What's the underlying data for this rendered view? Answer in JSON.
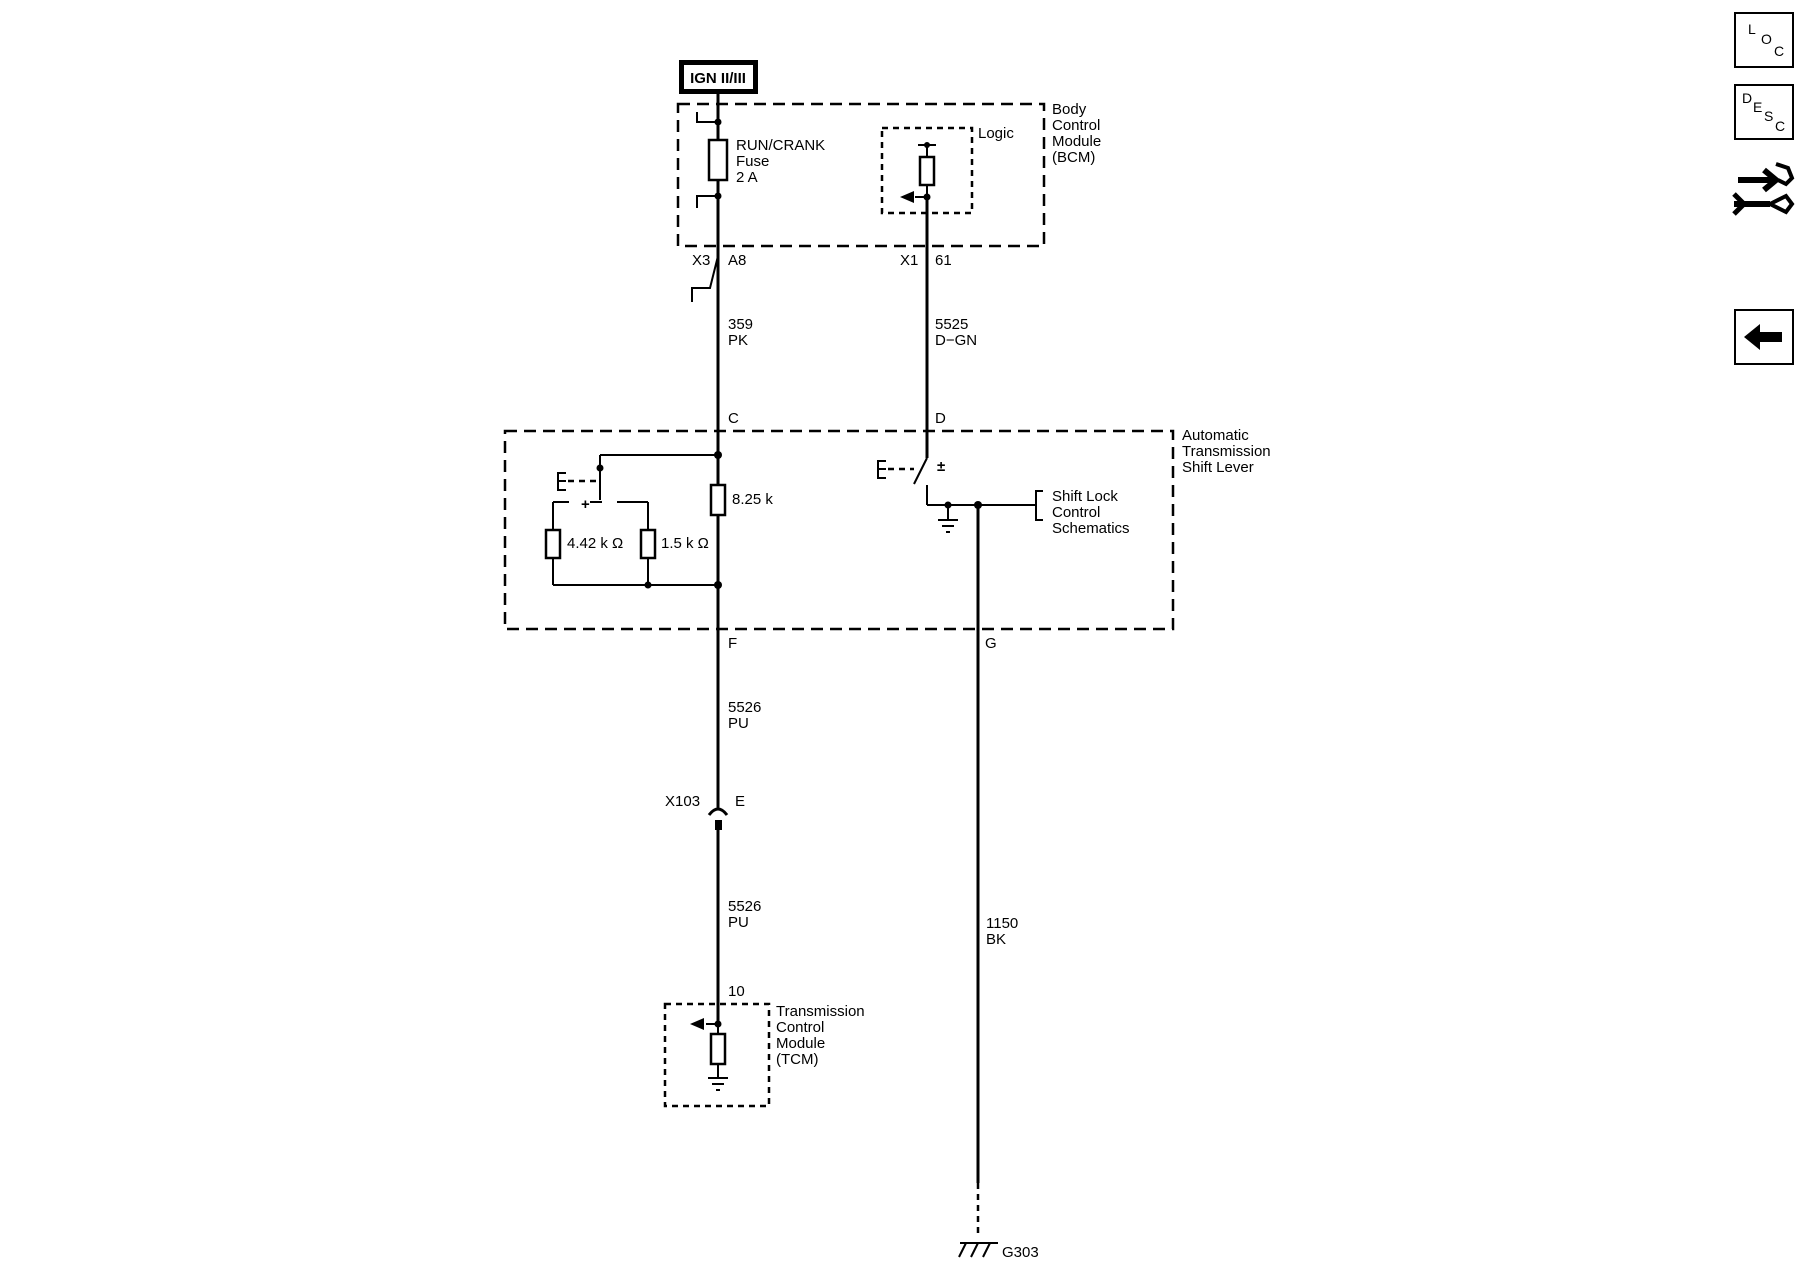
{
  "power": {
    "label": "IGN II/III"
  },
  "bcm": {
    "name_lines": [
      "Body",
      "Control",
      "Module",
      "(BCM)"
    ],
    "fuse_lines": [
      "RUN/CRANK",
      "Fuse",
      "2 A"
    ],
    "logic_label": "Logic",
    "conn_x3": "X3",
    "pin_a8": "A8",
    "conn_x1": "X1",
    "pin_61": "61"
  },
  "wire_359": {
    "number": "359",
    "color": "PK"
  },
  "wire_5525": {
    "number": "5525",
    "color": "D−GN"
  },
  "shift_lever": {
    "name_lines": [
      "Automatic",
      "Transmission",
      "Shift Lever"
    ],
    "pin_c": "C",
    "pin_d": "D",
    "pin_f": "F",
    "pin_g": "G",
    "r_8_25": "8.25 k",
    "r_4_42": "4.42 k Ω",
    "r_1_5": "1.5 k Ω",
    "plus": "+",
    "plus_minus": "±",
    "shift_lock_lines": [
      "Shift Lock",
      "Control",
      "Schematics"
    ]
  },
  "wire_5526_upper": {
    "number": "5526",
    "color": "PU"
  },
  "connector_x103": {
    "name": "X103",
    "pin": "E"
  },
  "wire_5526_lower": {
    "number": "5526",
    "color": "PU"
  },
  "tcm": {
    "pin": "10",
    "name_lines": [
      "Transmission",
      "Control",
      "Module",
      "(TCM)"
    ]
  },
  "wire_1150": {
    "number": "1150",
    "color": "BK"
  },
  "ground": {
    "label": "G303"
  },
  "nav": {
    "loc_letters": [
      "L",
      "O",
      "C"
    ],
    "desc_letters": [
      "D",
      "E",
      "S",
      "C"
    ],
    "icon_connector": "connector-tool-icon",
    "icon_back": "back-arrow-icon"
  }
}
